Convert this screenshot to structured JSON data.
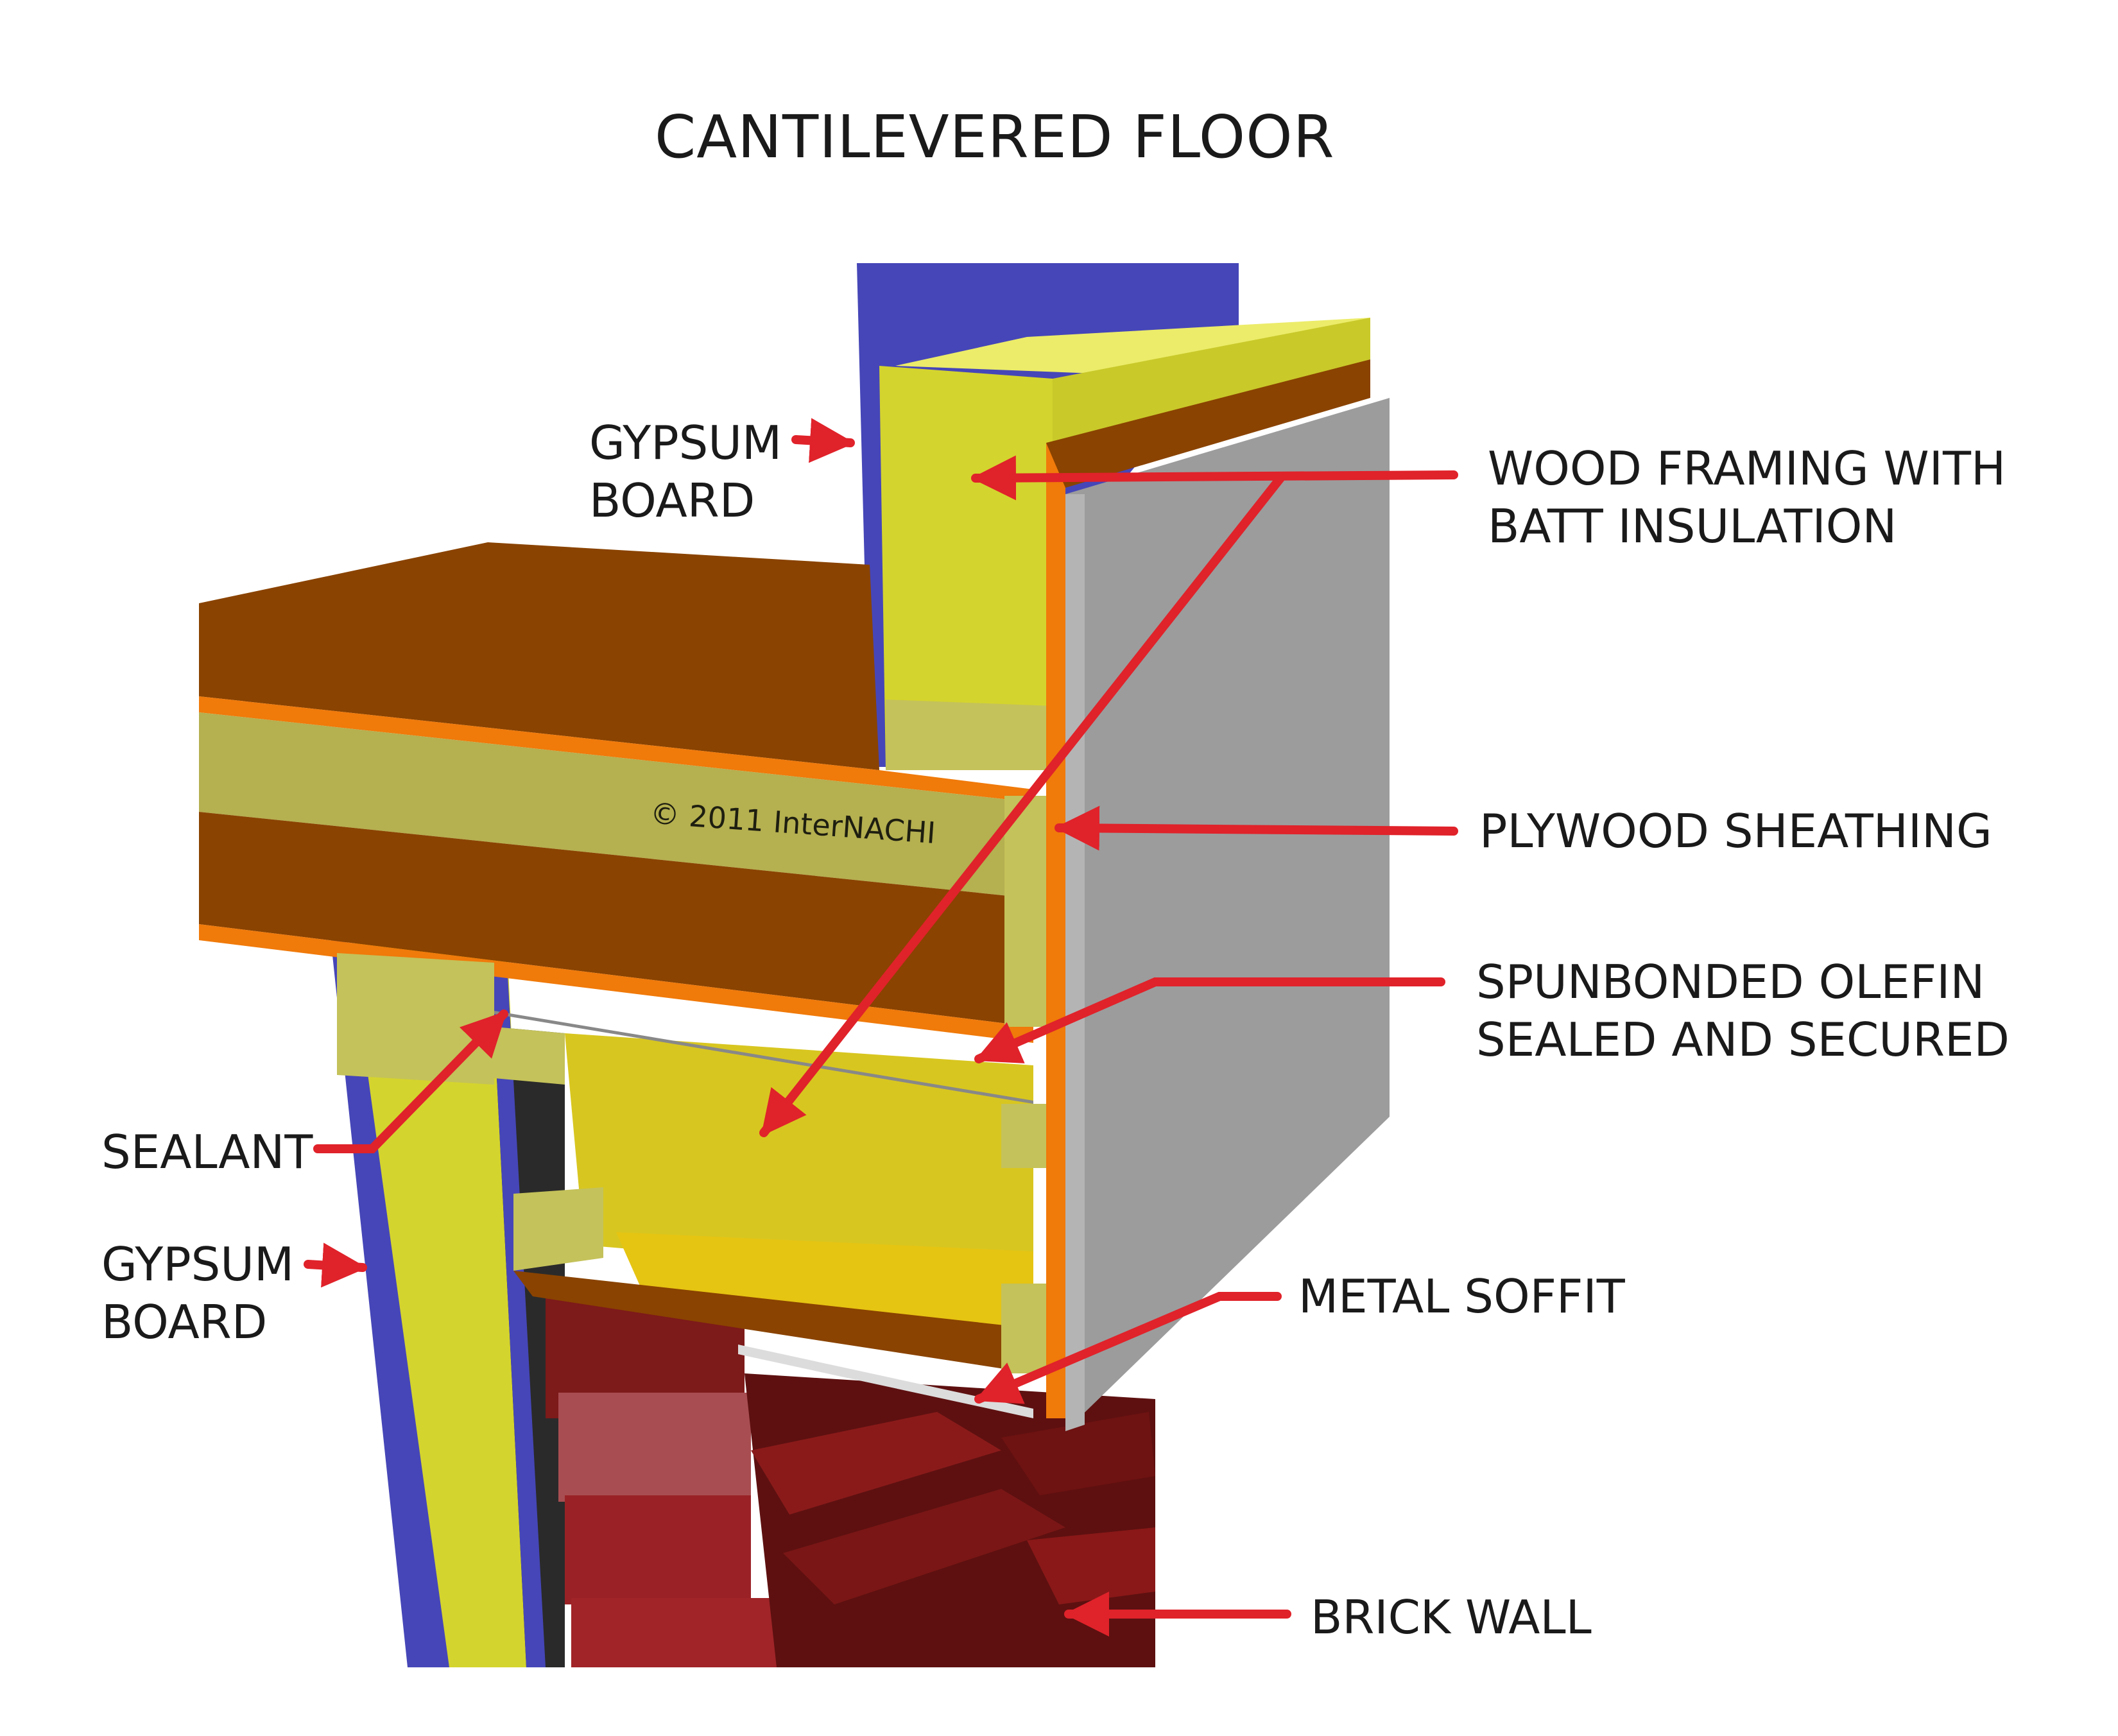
{
  "title": "CANTILEVERED FLOOR",
  "copyright": "© 2011  InterNACHI",
  "labels": {
    "gypsum_upper": [
      "GYPSUM",
      "BOARD"
    ],
    "gypsum_lower": [
      "GYPSUM",
      "BOARD"
    ],
    "sealant": "SEALANT",
    "wood_framing": [
      "WOOD FRAMING WITH",
      "BATT INSULATION"
    ],
    "plywood": "PLYWOOD SHEATHING",
    "olefin": [
      "SPUNBONDED OLEFIN",
      "SEALED AND SECURED"
    ],
    "soffit": "METAL SOFFIT",
    "brick": "BRICK WALL"
  },
  "colors": {
    "arrow": "#e0222a",
    "gypsum": "#4646b8",
    "insulation": "#d4d42e",
    "wood": "#8a4300",
    "osb_edge": "#f07a0a",
    "siding": "#9c9c9c",
    "brick": "#8c1e1e"
  }
}
